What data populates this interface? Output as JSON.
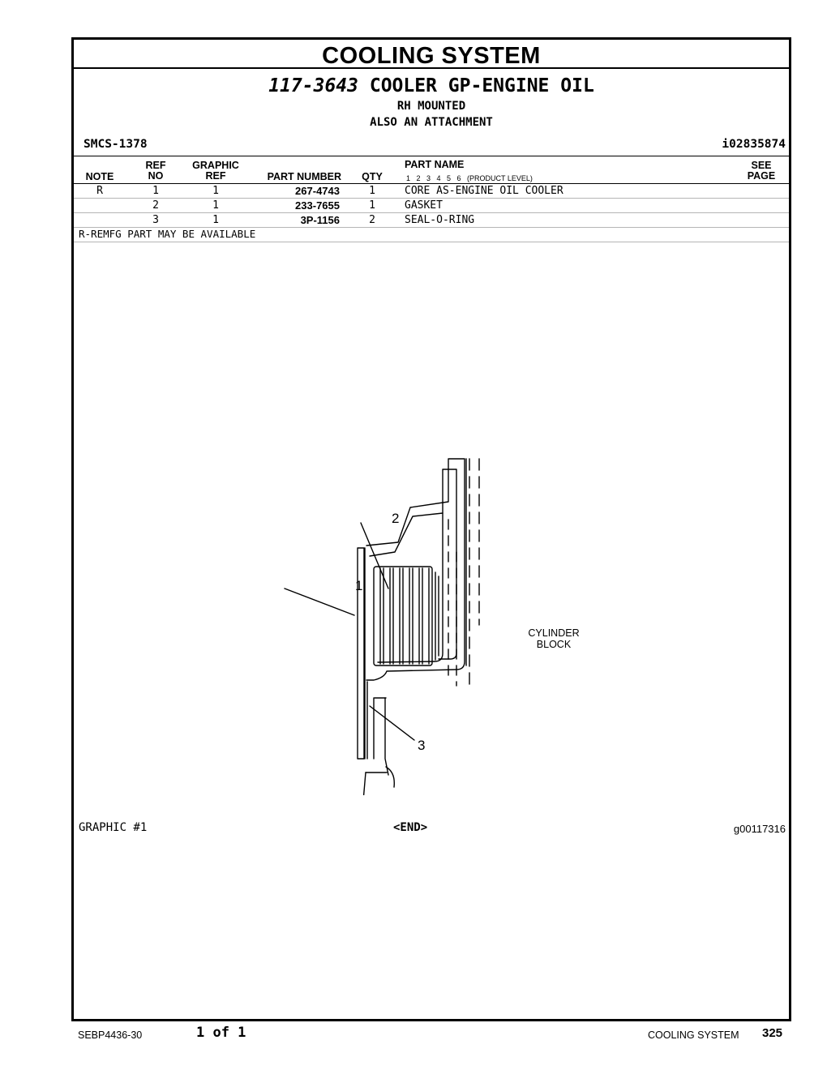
{
  "section_title": "COOLING SYSTEM",
  "group": {
    "number": "117-3643",
    "name": "COOLER GP-ENGINE OIL",
    "subtitles": [
      "RH MOUNTED",
      "ALSO AN ATTACHMENT"
    ]
  },
  "smcs": "SMCS-1378",
  "ident": "i02835874",
  "table": {
    "headers": {
      "note": "NOTE",
      "ref_no": [
        "REF",
        "NO"
      ],
      "graphic_ref": [
        "GRAPHIC",
        "REF"
      ],
      "part_number": "PART NUMBER",
      "qty": "QTY",
      "part_name": "PART NAME",
      "product_levels": "1   2   3   4   5   6   (PRODUCT LEVEL)",
      "see_page": [
        "SEE",
        "PAGE"
      ]
    },
    "rows": [
      {
        "note": "R",
        "ref_no": "1",
        "graphic_ref": "1",
        "part_number": "267-4743",
        "qty": "1",
        "part_name": "CORE AS-ENGINE OIL COOLER"
      },
      {
        "note": "",
        "ref_no": "2",
        "graphic_ref": "1",
        "part_number": "233-7655",
        "qty": "1",
        "part_name": "GASKET"
      },
      {
        "note": "",
        "ref_no": "3",
        "graphic_ref": "1",
        "part_number": "3P-1156",
        "qty": "2",
        "part_name": "SEAL-O-RING"
      }
    ],
    "note_text": "R-REMFG PART MAY BE AVAILABLE"
  },
  "drawing": {
    "callouts": [
      "1",
      "2",
      "3"
    ],
    "label_lines": [
      "CYLINDER",
      "BLOCK"
    ]
  },
  "graphic_label": "GRAPHIC #1",
  "end_label": "<END>",
  "graphic_number": "g00117316",
  "footer": {
    "doc_number": "SEBP4436-30",
    "page_of": "1 of 1",
    "section": "COOLING SYSTEM",
    "page": "325"
  }
}
